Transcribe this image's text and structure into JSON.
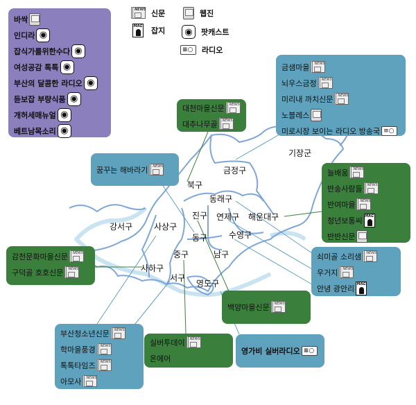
{
  "legend": [
    {
      "icon": "news-icon",
      "label": "신문"
    },
    {
      "icon": "magazine-icon",
      "label": "잡지"
    },
    {
      "icon": "webzine-icon",
      "label": "웹진"
    },
    {
      "icon": "podcast-icon",
      "label": "팟캐스트"
    },
    {
      "icon": "radio-icon",
      "label": "라디오"
    }
  ],
  "districts": [
    "기장군",
    "금정구",
    "북구",
    "동래구",
    "진구",
    "연제구",
    "해운대구",
    "강서구",
    "사상구",
    "동구",
    "수영구",
    "중구",
    "남구",
    "사하구",
    "서구",
    "영도구"
  ],
  "boxes": {
    "online": [
      {
        "label": "바싹",
        "icon": "webzine"
      },
      {
        "label": "인디라",
        "icon": "podcast"
      },
      {
        "label": "잡식가를위한수다",
        "icon": "podcast"
      },
      {
        "label": "여성공감 톡톡",
        "icon": "podcast"
      },
      {
        "label": "부산의 달콤한 라디오",
        "icon": "podcast"
      },
      {
        "label": "듣보잡 부량식품",
        "icon": "podcast"
      },
      {
        "label": "개허세매뉴얼",
        "icon": "podcast"
      },
      {
        "label": "베트남목소리",
        "icon": "podcast"
      }
    ],
    "geumjeong": [
      {
        "label": "금샘마을",
        "icon": "news"
      },
      {
        "label": "뇌우스금정",
        "icon": "news"
      },
      {
        "label": "미리내 까치신문",
        "icon": "news"
      },
      {
        "label": "노블레스",
        "icon": "webzine"
      },
      {
        "label": "미로시장 보이는 라디오 방송국",
        "icon": "radio"
      }
    ],
    "bukgu": [
      {
        "label": "대천마을신문",
        "icon": "news"
      },
      {
        "label": "대추나무골",
        "icon": "news"
      }
    ],
    "sasang": [
      {
        "label": "꿈꾸는 해바라기",
        "icon": "news"
      }
    ],
    "haeundae": [
      {
        "label": "늘배움",
        "icon": "news"
      },
      {
        "label": "반송사람들",
        "icon": "news"
      },
      {
        "label": "반여마을",
        "icon": "news"
      },
      {
        "label": "청년보통씨",
        "icon": "magazine"
      },
      {
        "label": "반반신문",
        "icon": "webzine"
      }
    ],
    "suyeong": [
      {
        "label": "쇠미골 소리샘",
        "icon": "news"
      },
      {
        "label": "우거지",
        "icon": "news"
      },
      {
        "label": "안녕 광안리",
        "icon": "magazine"
      }
    ],
    "saha": [
      {
        "label": "감천문화마을신문",
        "icon": "news"
      },
      {
        "label": "구덕골 호호신문",
        "icon": "news"
      }
    ],
    "jingu": [
      {
        "label": "백양마을신문",
        "icon": "news"
      }
    ],
    "seogu": [
      {
        "label": "부산청소년신문",
        "icon": "news"
      },
      {
        "label": "학마을풍경",
        "icon": "news"
      },
      {
        "label": "톡톡타임즈",
        "icon": "news"
      },
      {
        "label": "아모사",
        "icon": "news"
      }
    ],
    "junggu": [
      {
        "label": "실버투데이",
        "icon": "news"
      },
      {
        "label": "온에어",
        "icon": ""
      }
    ],
    "yeongdo": [
      {
        "label": "영가비 실버라디오",
        "icon": "radio"
      }
    ]
  },
  "colors": {
    "purple": "#8c7fbd",
    "blue": "#5ea2bd",
    "green": "#3b7f3c",
    "map": "#7fa6d8"
  }
}
